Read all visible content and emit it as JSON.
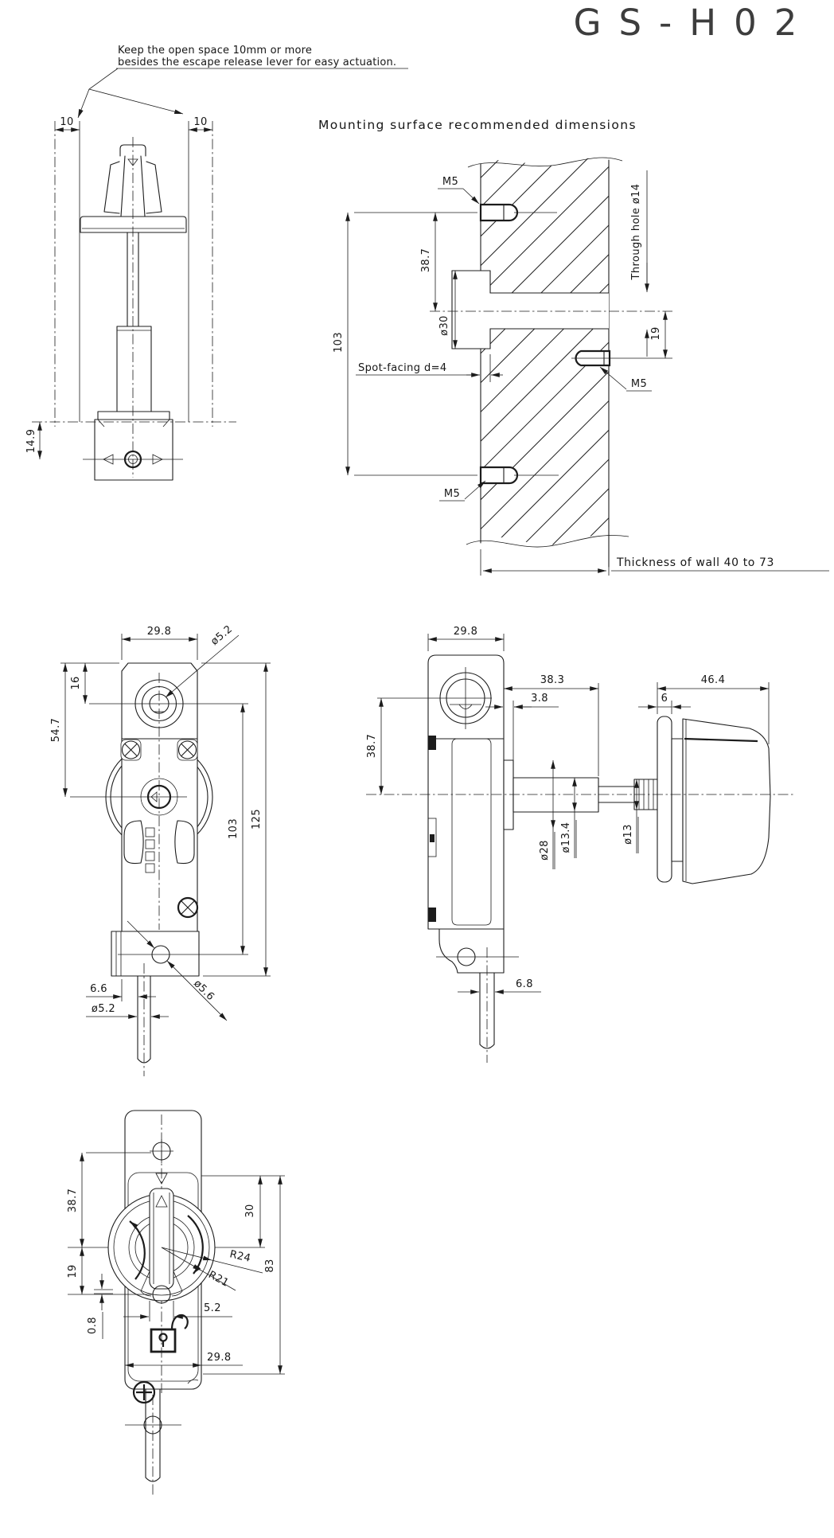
{
  "title": "GS-H02",
  "colors": {
    "line": "#1c1c1c",
    "background": "#ffffff"
  },
  "note": {
    "line1": "Keep the open space 10mm or more",
    "line2": "besides the escape release lever for easy actuation."
  },
  "lever_view": {
    "dim_10_left": "10",
    "dim_10_right": "10",
    "dim_14_9": "14.9"
  },
  "mounting_view": {
    "heading": "Mounting surface recommended dimensions",
    "m5_top": "M5",
    "m5_right": "M5",
    "m5_bottom": "M5",
    "through_hole": "Through hole ø14",
    "spot_facing": "Spot-facing d=4",
    "thickness": "Thickness of wall 40 to 73",
    "dim_38_7": "38.7",
    "dim_30": "ø30",
    "dim_103": "103",
    "dim_19": "19"
  },
  "front_view": {
    "dim_29_8": "29.8",
    "dim_hole": "ø5.2",
    "dim_16": "16",
    "dim_54_7": "54.7",
    "dim_103": "103",
    "dim_125": "125",
    "dim_6_6": "6.6",
    "dim_rod": "ø5.2",
    "dim_5_6": "ø5.6"
  },
  "side_view": {
    "dim_29_8": "29.8",
    "dim_38_3": "38.3",
    "dim_3_8": "3.8",
    "dim_38_7": "38.7",
    "dim_46_4": "46.4",
    "dim_6": "6",
    "dim_28": "ø28",
    "dim_13_4": "ø13.4",
    "dim_13": "ø13",
    "dim_6_8": "6.8"
  },
  "dial_view": {
    "dim_38_7": "38.7",
    "dim_19": "19",
    "dim_0_8": "0.8",
    "dim_30": "30",
    "dim_83": "83",
    "dim_r24": "R24",
    "dim_r21": "R21",
    "dim_5_2": "5.2",
    "dim_29_8": "29.8"
  }
}
